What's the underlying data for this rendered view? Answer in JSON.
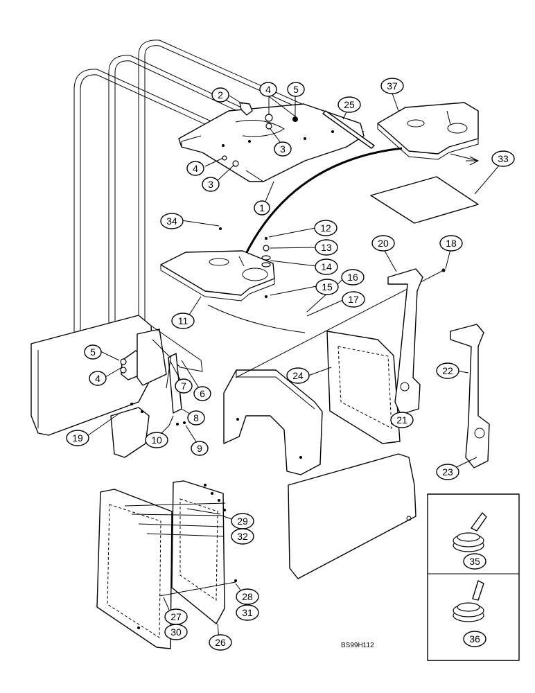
{
  "figure_code": "BS99H112",
  "callouts": [
    "1",
    "2",
    "3",
    "3",
    "4",
    "4",
    "5",
    "25",
    "37",
    "33",
    "34",
    "12",
    "13",
    "14",
    "15",
    "11",
    "16",
    "17",
    "18",
    "20",
    "5",
    "4",
    "7",
    "6",
    "8",
    "9",
    "10",
    "19",
    "24",
    "21",
    "22",
    "23",
    "29",
    "32",
    "28",
    "31",
    "27",
    "30",
    "26",
    "35",
    "36"
  ]
}
